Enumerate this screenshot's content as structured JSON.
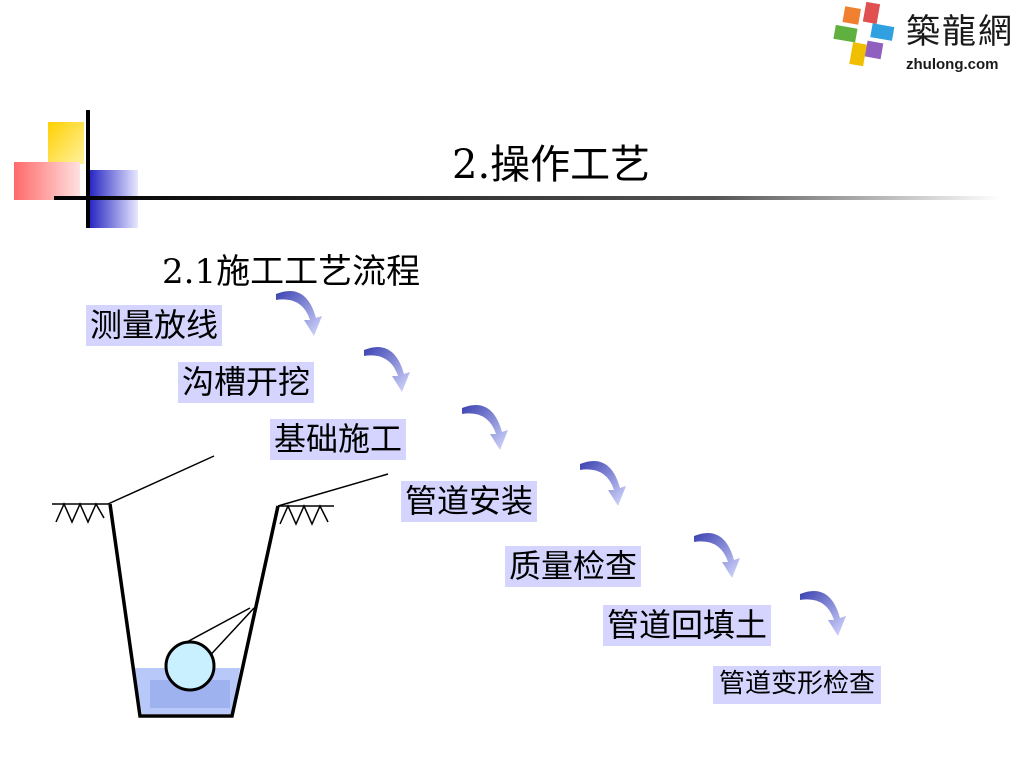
{
  "logo": {
    "name_cn": "築龍網",
    "name_en": "zhulong.com"
  },
  "slide": {
    "title": "2.操作工艺",
    "subtitle": "2.1施工工艺流程",
    "steps": [
      "测量放线",
      "沟槽开挖",
      "基础施工",
      "管道安装",
      "质量检查",
      "管道回填土",
      "管道变形检查"
    ]
  },
  "colors": {
    "step_bg": "#d4d4ff",
    "arrow": "#5a62c8",
    "deco_yellow": "#ffd000",
    "deco_red": "#ff4040",
    "deco_blue": "#2f2fc8",
    "water": "#b8c8f8"
  }
}
